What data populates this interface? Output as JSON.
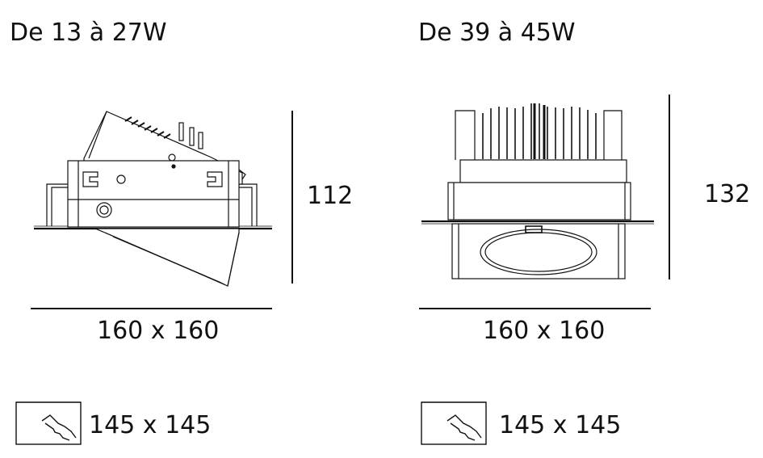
{
  "products": [
    {
      "power_range": "De 13 à 27W",
      "height": "112",
      "footprint": "160 x 160",
      "cutout": "145 x 145"
    },
    {
      "power_range": "De 39 à 45W",
      "height": "132",
      "footprint": "160 x 160",
      "cutout": "145 x 145"
    }
  ],
  "colors": {
    "line": "#111111",
    "background": "#ffffff"
  }
}
